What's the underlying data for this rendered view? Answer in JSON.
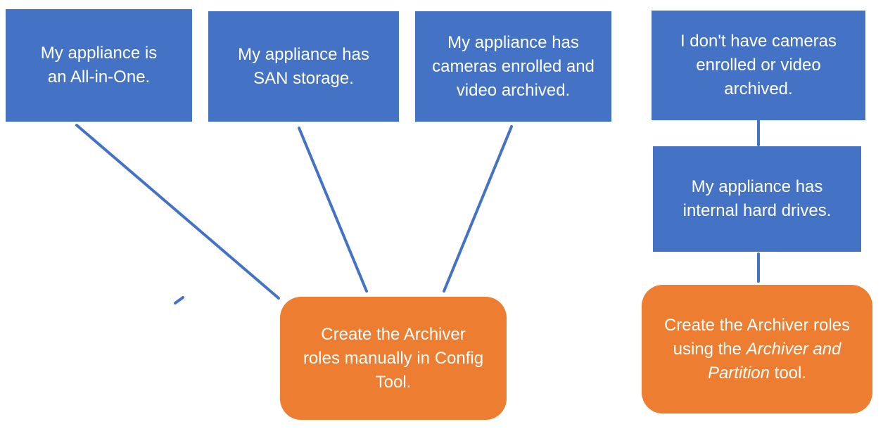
{
  "colors": {
    "node_blue": "#4472C4",
    "node_orange": "#ED7D31",
    "connector": "#4472C4",
    "text": "#FFFFFF",
    "background": "#FFFFFF"
  },
  "condition_boxes": [
    {
      "id": "all-in-one",
      "text": "My appliance is an All-in-One.",
      "lines": [
        "My appliance is",
        "an All-in-One."
      ]
    },
    {
      "id": "san-storage",
      "text": "My appliance has SAN storage.",
      "lines": [
        "My appliance has",
        "SAN storage."
      ]
    },
    {
      "id": "cameras-enrolled",
      "text": "My appliance has cameras enrolled and video archived.",
      "lines": [
        "My appliance has",
        "cameras enrolled and",
        "video archived."
      ]
    },
    {
      "id": "no-cameras",
      "text": "I don't have cameras enrolled or video archived.",
      "lines": [
        "I don't have cameras",
        "enrolled or video",
        "archived."
      ]
    },
    {
      "id": "internal-drives",
      "text": "My appliance has internal hard drives.",
      "lines": [
        "My appliance has",
        "internal hard drives."
      ]
    }
  ],
  "result_boxes": [
    {
      "id": "config-tool",
      "text": "Create the Archiver roles manually in Config Tool.",
      "lines": [
        "Create the Archiver",
        "roles manually in Config",
        "Tool."
      ]
    },
    {
      "id": "archiver-partition-tool",
      "text": "Create the Archiver roles using the Archiver and Partition tool.",
      "line1": "Create the Archiver roles",
      "line2_prefix": "using the ",
      "line2_italic": "Archiver and",
      "line3_italic": "Partition",
      "line3_suffix": " tool."
    }
  ],
  "connectors": [
    {
      "from": "all-in-one",
      "to": "config-tool"
    },
    {
      "from": "san-storage",
      "to": "config-tool"
    },
    {
      "from": "cameras-enrolled",
      "to": "config-tool"
    },
    {
      "from": "no-cameras",
      "to": "internal-drives"
    },
    {
      "from": "internal-drives",
      "to": "archiver-partition-tool"
    }
  ]
}
